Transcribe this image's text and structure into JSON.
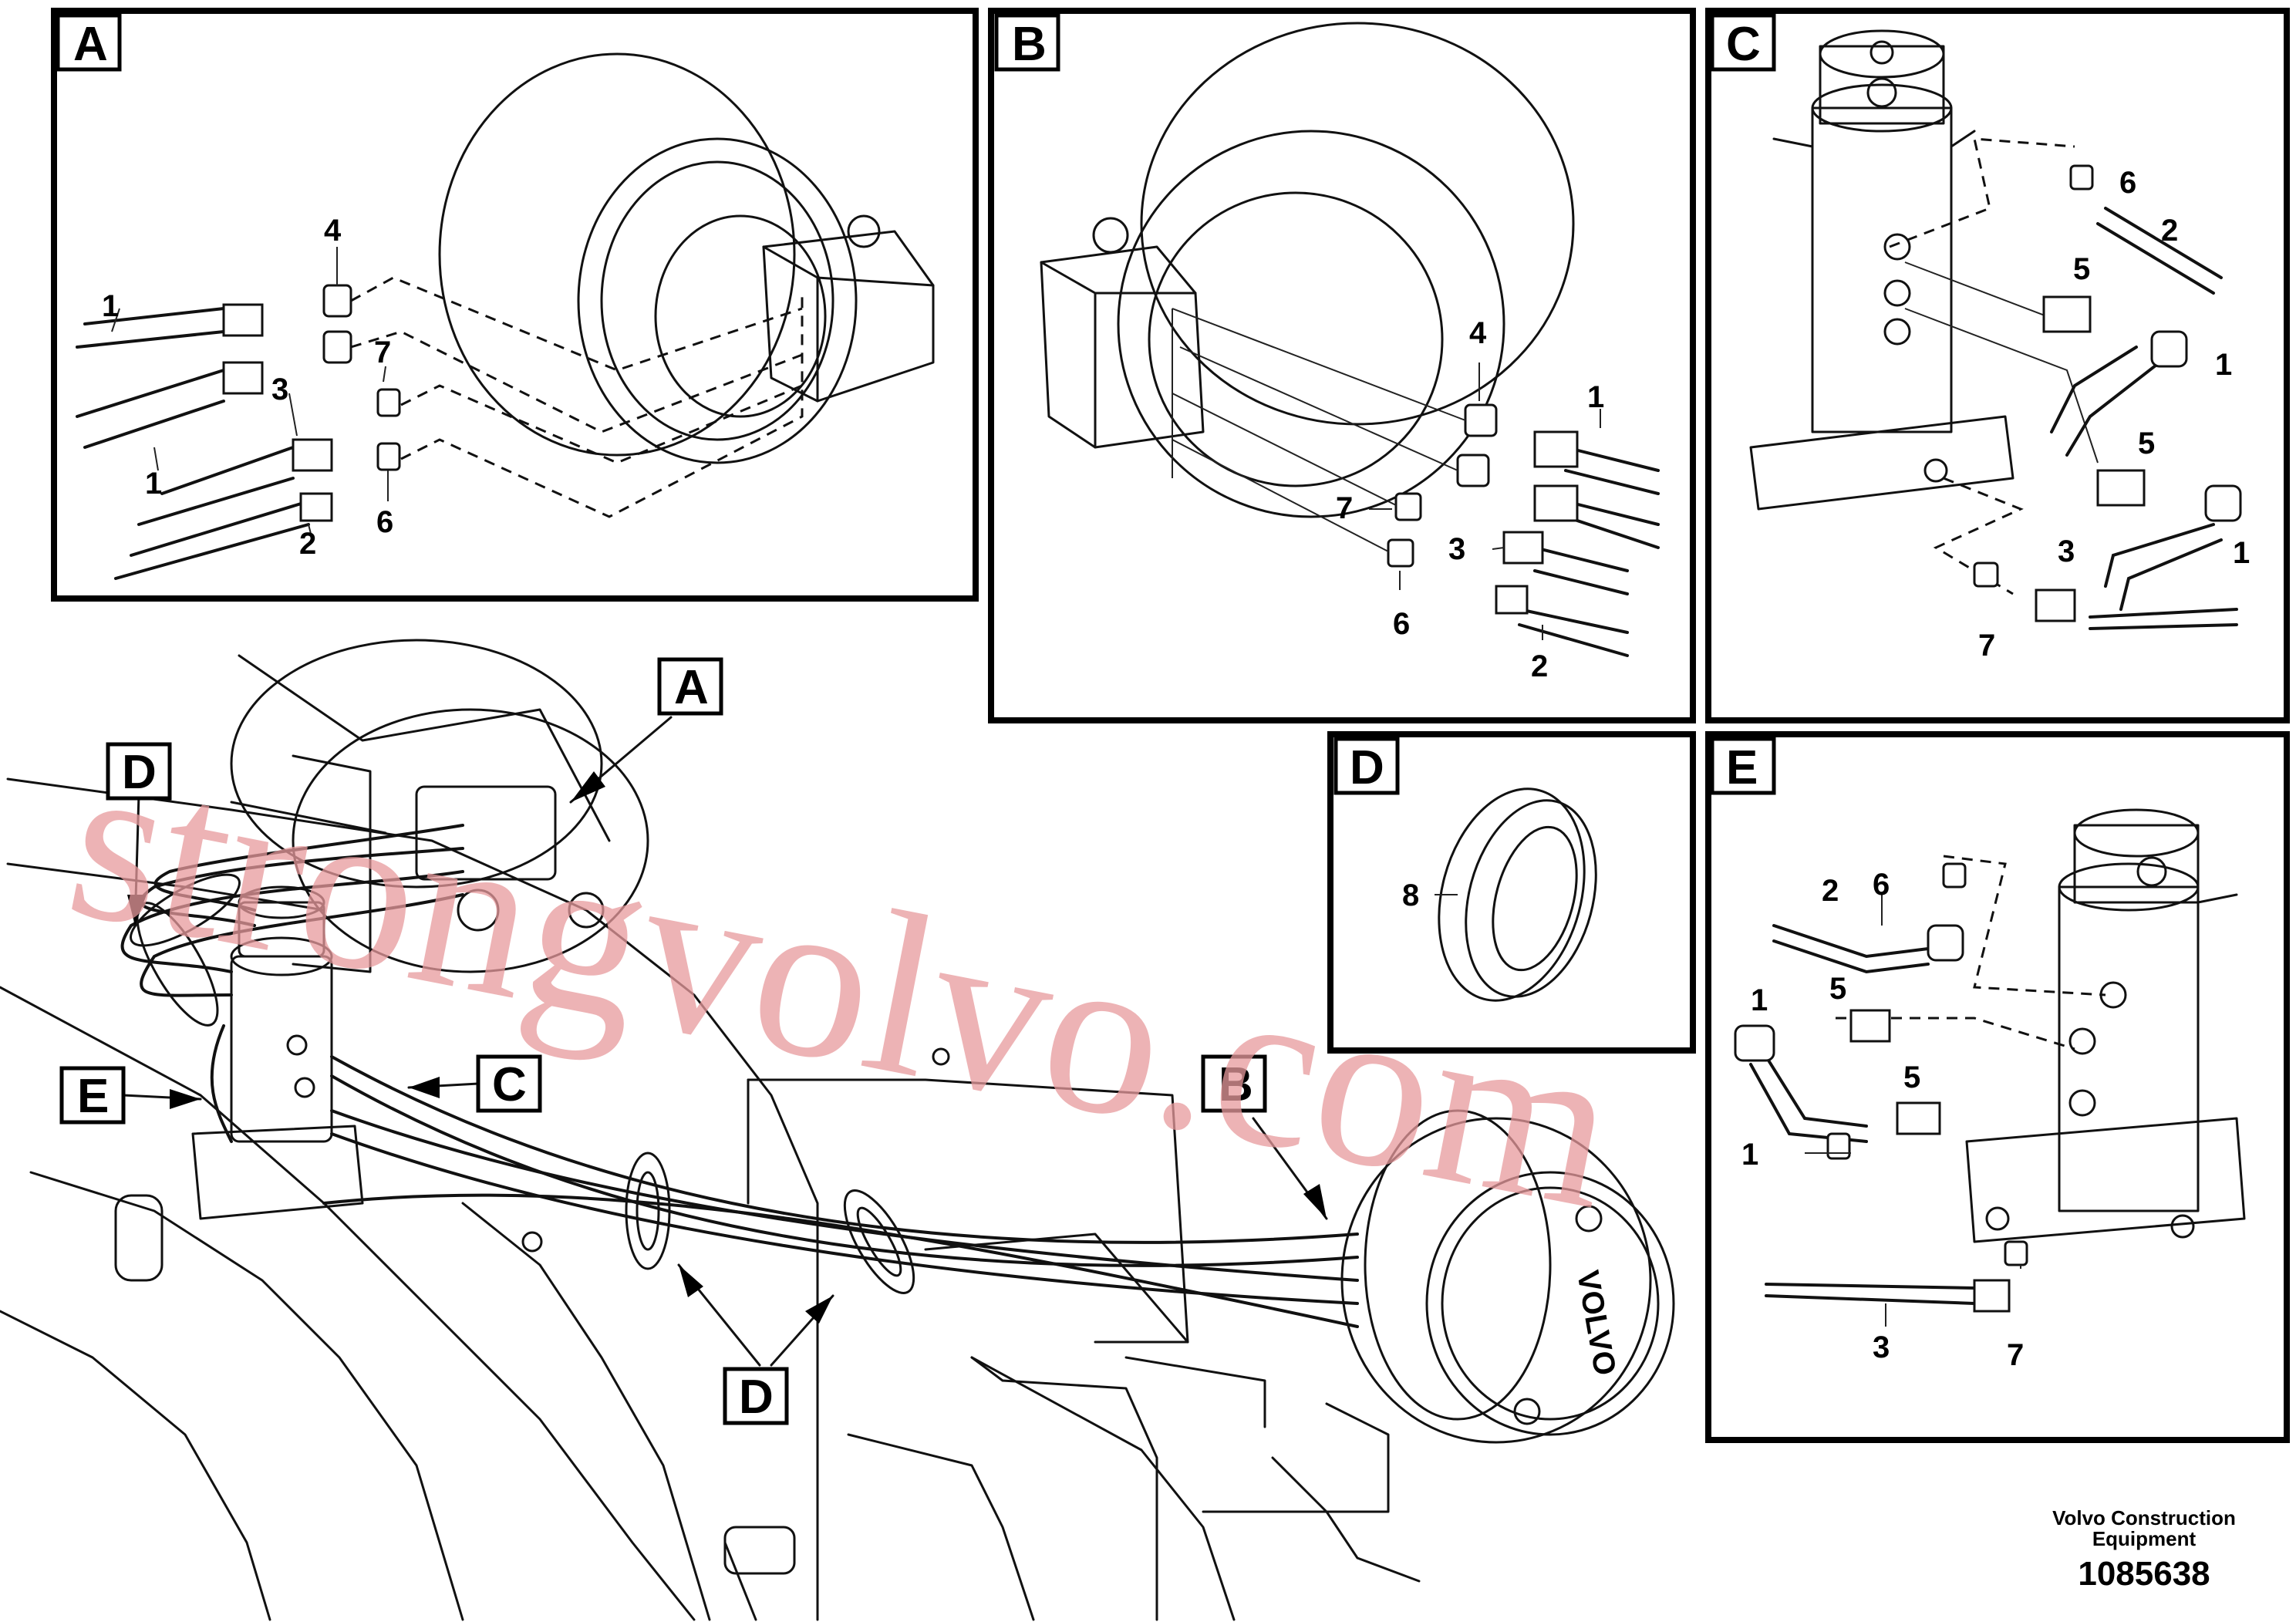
{
  "tags": {
    "panel_a": "A",
    "panel_b": "B",
    "panel_c": "C",
    "panel_d": "D",
    "panel_e": "E",
    "main_a": "A",
    "main_b": "B",
    "main_c": "C",
    "main_d1": "D",
    "main_d2": "D",
    "main_e": "E"
  },
  "callouts": {
    "a": [
      "1",
      "1",
      "3",
      "2",
      "4",
      "7",
      "6"
    ],
    "b": [
      "1",
      "4",
      "7",
      "3",
      "6",
      "2"
    ],
    "c": [
      "6",
      "2",
      "5",
      "1",
      "5",
      "1",
      "3",
      "7"
    ],
    "d": [
      "8"
    ],
    "e": [
      "6",
      "2",
      "1",
      "5",
      "5",
      "1",
      "7",
      "3"
    ]
  },
  "footer": {
    "company_line1": "Volvo Construction",
    "company_line2": "Equipment",
    "drawing_number": "1085638"
  },
  "watermark": "strongvolvo.com"
}
